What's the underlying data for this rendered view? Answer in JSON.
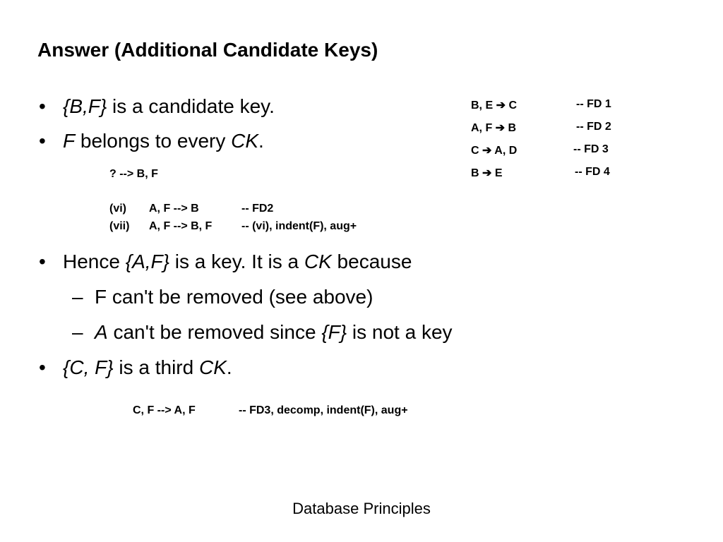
{
  "title": "Answer (Additional Candidate Keys)",
  "bullets": {
    "b1": {
      "marker": "•",
      "p1": "{B,F}",
      "p2": " is a candidate key."
    },
    "b2": {
      "marker": "•",
      "p1": "F",
      "p2": " belongs to every ",
      "p3": "CK",
      "p4": "."
    },
    "b3": {
      "marker": "•",
      "p1": "Hence ",
      "p2": "{A,F}",
      "p3": " is a key. It is a ",
      "p4": "CK",
      "p5": " because"
    },
    "s1": {
      "marker": "–",
      "p1": "F can't be removed (see above)"
    },
    "s2": {
      "marker": "–",
      "p1": "A",
      "p2": " can't be removed since ",
      "p3": "{F}",
      "p4": " is not a key"
    },
    "b4": {
      "marker": "•",
      "p1": "{C, F}",
      "p2": " is a third ",
      "p3": "CK",
      "p4": "."
    }
  },
  "derivation1": {
    "goal": "? --> B, F",
    "rows": [
      {
        "num": "(vi)",
        "expr": "A, F --> B",
        "reason": "-- FD2"
      },
      {
        "num": "(vii)",
        "expr": "A, F --> B, F",
        "reason": "-- (vi), indent(F), aug+"
      }
    ]
  },
  "derivation2": {
    "expr": "C, F --> A, F",
    "reason": "-- FD3, decomp, indent(F), aug+"
  },
  "fds": [
    {
      "lhs": "B, E",
      "arrow": "➔",
      "rhs": "C",
      "label": "-- FD 1"
    },
    {
      "lhs": "A, F",
      "arrow": "➔",
      "rhs": "B",
      "label": "-- FD 2"
    },
    {
      "lhs": "C",
      "arrow": "➔",
      "rhs": "A, D",
      "label": "-- FD 3"
    },
    {
      "lhs": "B",
      "arrow": "➔",
      "rhs": "E",
      "label": "-- FD 4"
    }
  ],
  "footer": "Database Principles"
}
